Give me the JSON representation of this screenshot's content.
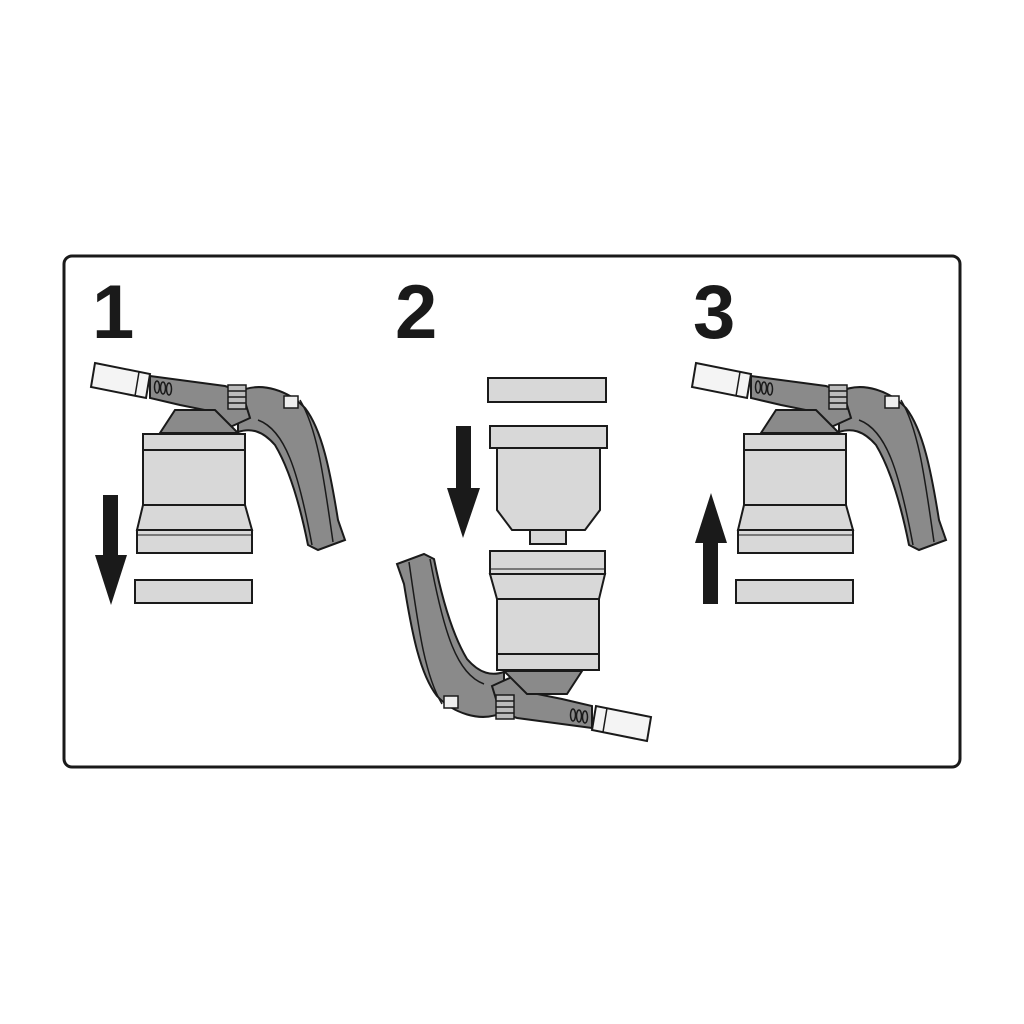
{
  "steps": [
    {
      "number": "1",
      "action": "remove-cap",
      "arrow": "down"
    },
    {
      "number": "2",
      "action": "insert-cartridge",
      "arrow": "down"
    },
    {
      "number": "3",
      "action": "refit-base",
      "arrow": "up"
    }
  ],
  "colors": {
    "outline": "#1a1a1a",
    "metal": "#d8d8d8",
    "handle": "#8a8a8a",
    "nozzle": "#f4f4f4"
  }
}
